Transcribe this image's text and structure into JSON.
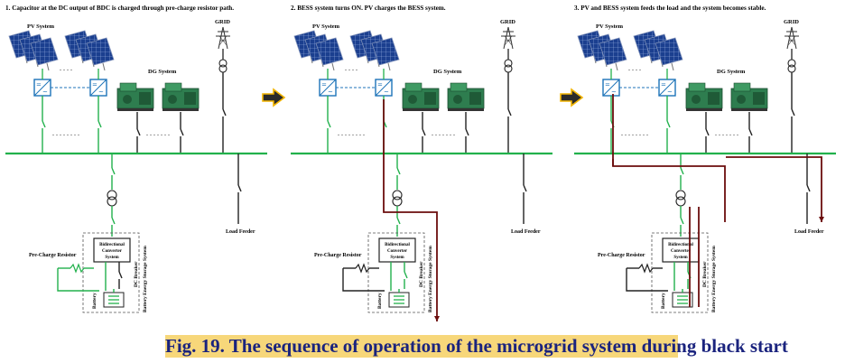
{
  "colors": {
    "green": "#22b14c",
    "dark_path": "#6b0d0d",
    "panel_blue": "#1b3f8f",
    "caption_bg": "#f7d77a",
    "caption_text": "#1a237e",
    "arrow_fill": "#2b2b2b",
    "arrow_glow": "#f2b400"
  },
  "panels": [
    {
      "title": "1. Capacitor at the DC output of BDC is charged through pre-charge resistor path.",
      "pv_label": "PV System",
      "dg_label": "DG System",
      "grid_label": "GRID",
      "load_label": "Load Feeder",
      "bdc_label": [
        "Bidirectional",
        "Converter",
        "System"
      ],
      "precharge_label": "Pre-Charge Resistor",
      "dc_breaker_label": "DC Breaker",
      "battery_label": "Battery",
      "bess_label": "Battery Energy Storage System",
      "pv_dots": ". . . .",
      "pv_breaker_dots": ". . . . . . . .",
      "dg_breaker_dots": ". . . . . . ."
    },
    {
      "title": "2. BESS system turns ON. PV charges the BESS system.",
      "pv_label": "PV System",
      "dg_label": "DG System",
      "grid_label": "GRID",
      "load_label": "Load Feeder",
      "bdc_label": [
        "Bidirectional",
        "Converter",
        "System"
      ],
      "precharge_label": "Pre-Charge Resistor",
      "dc_breaker_label": "DC Breaker",
      "battery_label": "Battery",
      "bess_label": "Battery Energy Storage System",
      "pv_dots": ". . . .",
      "pv_breaker_dots": ". . . . . . . .",
      "dg_breaker_dots": ". . . . . . ."
    },
    {
      "title": "3. PV and BESS system feeds the load and the system becomes stable.",
      "pv_label": "PV System",
      "dg_label": "DG System",
      "grid_label": "GRID",
      "load_label": "Load Feeder",
      "bdc_label": [
        "Bidirectional",
        "Converter",
        "System"
      ],
      "precharge_label": "Pre-Charge Resistor",
      "dc_breaker_label": "DC Breaker",
      "battery_label": "Battery",
      "bess_label": "Battery Energy Storage System",
      "pv_dots": ". . . .",
      "pv_breaker_dots": ". . . . . . . .",
      "dg_breaker_dots": ". . . . . . ."
    }
  ],
  "caption": "Fig. 19. The sequence of operation of the microgrid system during black start"
}
